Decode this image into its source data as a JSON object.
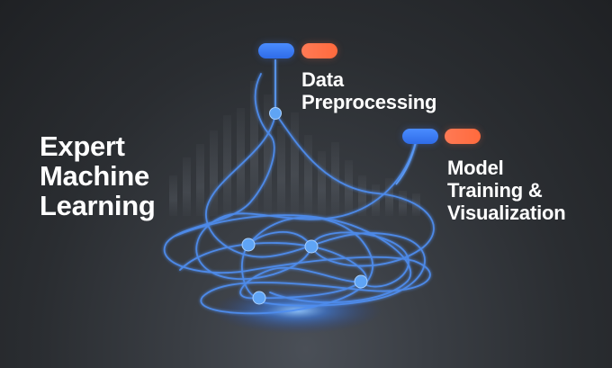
{
  "headline": {
    "lines": [
      "Expert",
      "Machine",
      "Learning"
    ]
  },
  "callouts": [
    {
      "lines": [
        "Data",
        "Preprocessing"
      ],
      "pill_colors": [
        "#3d7bf5",
        "#ff6f48"
      ]
    },
    {
      "lines": [
        "Model",
        "Training &",
        "Visualization"
      ],
      "pill_colors": [
        "#3d7bf5",
        "#ff6f48"
      ]
    }
  ],
  "colors": {
    "background": "#2a2d31",
    "network_line": "#4f8ef0",
    "node": "#5fa4f5",
    "glow": "#3b82f6",
    "text": "#ffffff"
  }
}
